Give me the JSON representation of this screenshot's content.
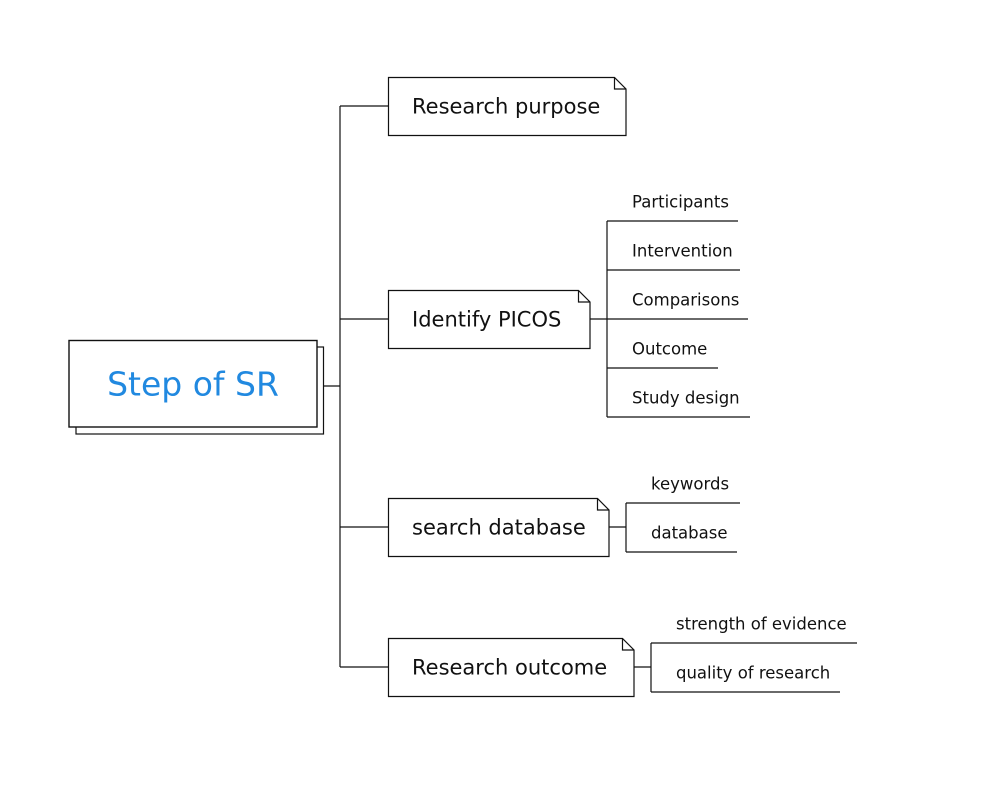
{
  "root": {
    "label": "Step of SR",
    "color": "#2189e0"
  },
  "branches": [
    {
      "label": "Research purpose",
      "children": []
    },
    {
      "label": "Identify PICOS",
      "children": [
        "Participants",
        "Intervention",
        "Comparisons",
        "Outcome",
        "Study design"
      ]
    },
    {
      "label": "search database",
      "children": [
        "keywords",
        "database"
      ]
    },
    {
      "label": "Research outcome",
      "children": [
        "strength of evidence",
        "quality of research"
      ]
    }
  ]
}
